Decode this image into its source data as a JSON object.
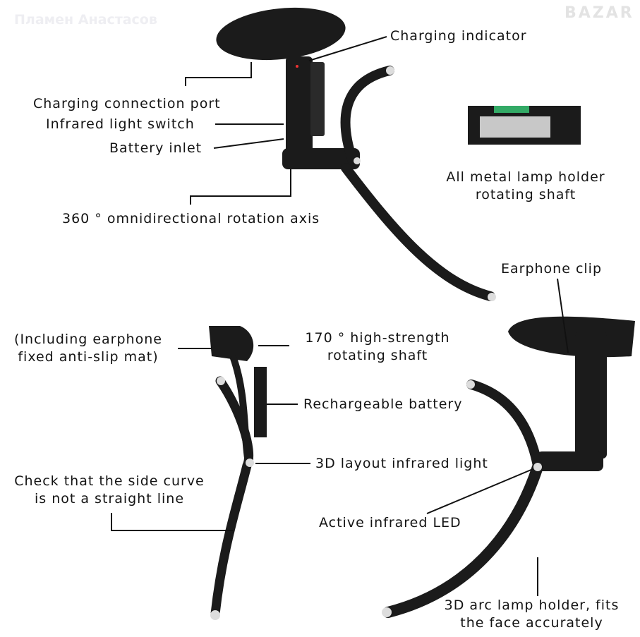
{
  "watermark": "Пламен Анастасов",
  "watermark_corner": "BAZAR",
  "labels": {
    "charging_indicator": "Charging indicator",
    "charging_port": "Charging connection port",
    "ir_switch": "Infrared light switch",
    "battery_inlet": "Battery inlet",
    "metal_holder_1": "All metal lamp holder",
    "metal_holder_2": "rotating shaft",
    "rotation_axis": "360 ° omnidirectional rotation axis",
    "earphone_clip": "Earphone clip",
    "antislip_1": "(Including earphone",
    "antislip_2": "fixed anti-slip mat)",
    "shaft170_1": "170 °  high-strength",
    "shaft170_2": "rotating shaft",
    "battery": "Rechargeable battery",
    "layout_ir": "3D layout infrared light",
    "side_curve_1": "Check that the side curve",
    "side_curve_2": "is not a straight line",
    "active_led": "Active infrared LED",
    "arc_holder_1": "3D arc lamp holder, fits",
    "arc_holder_2": "the face accurately"
  },
  "colors": {
    "device": "#1a1a1a",
    "line": "#111111",
    "text": "#141414"
  }
}
